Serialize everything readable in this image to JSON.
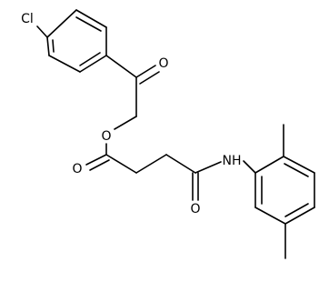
{
  "diagram": {
    "type": "chemical-structure",
    "atom_labels": {
      "chlorine": "Cl",
      "ketone_oxygen": "O",
      "ester_oxygen": "O",
      "ester_carbonyl_oxygen": "O",
      "amide_nitrogen": "NH",
      "amide_oxygen": "O"
    }
  }
}
